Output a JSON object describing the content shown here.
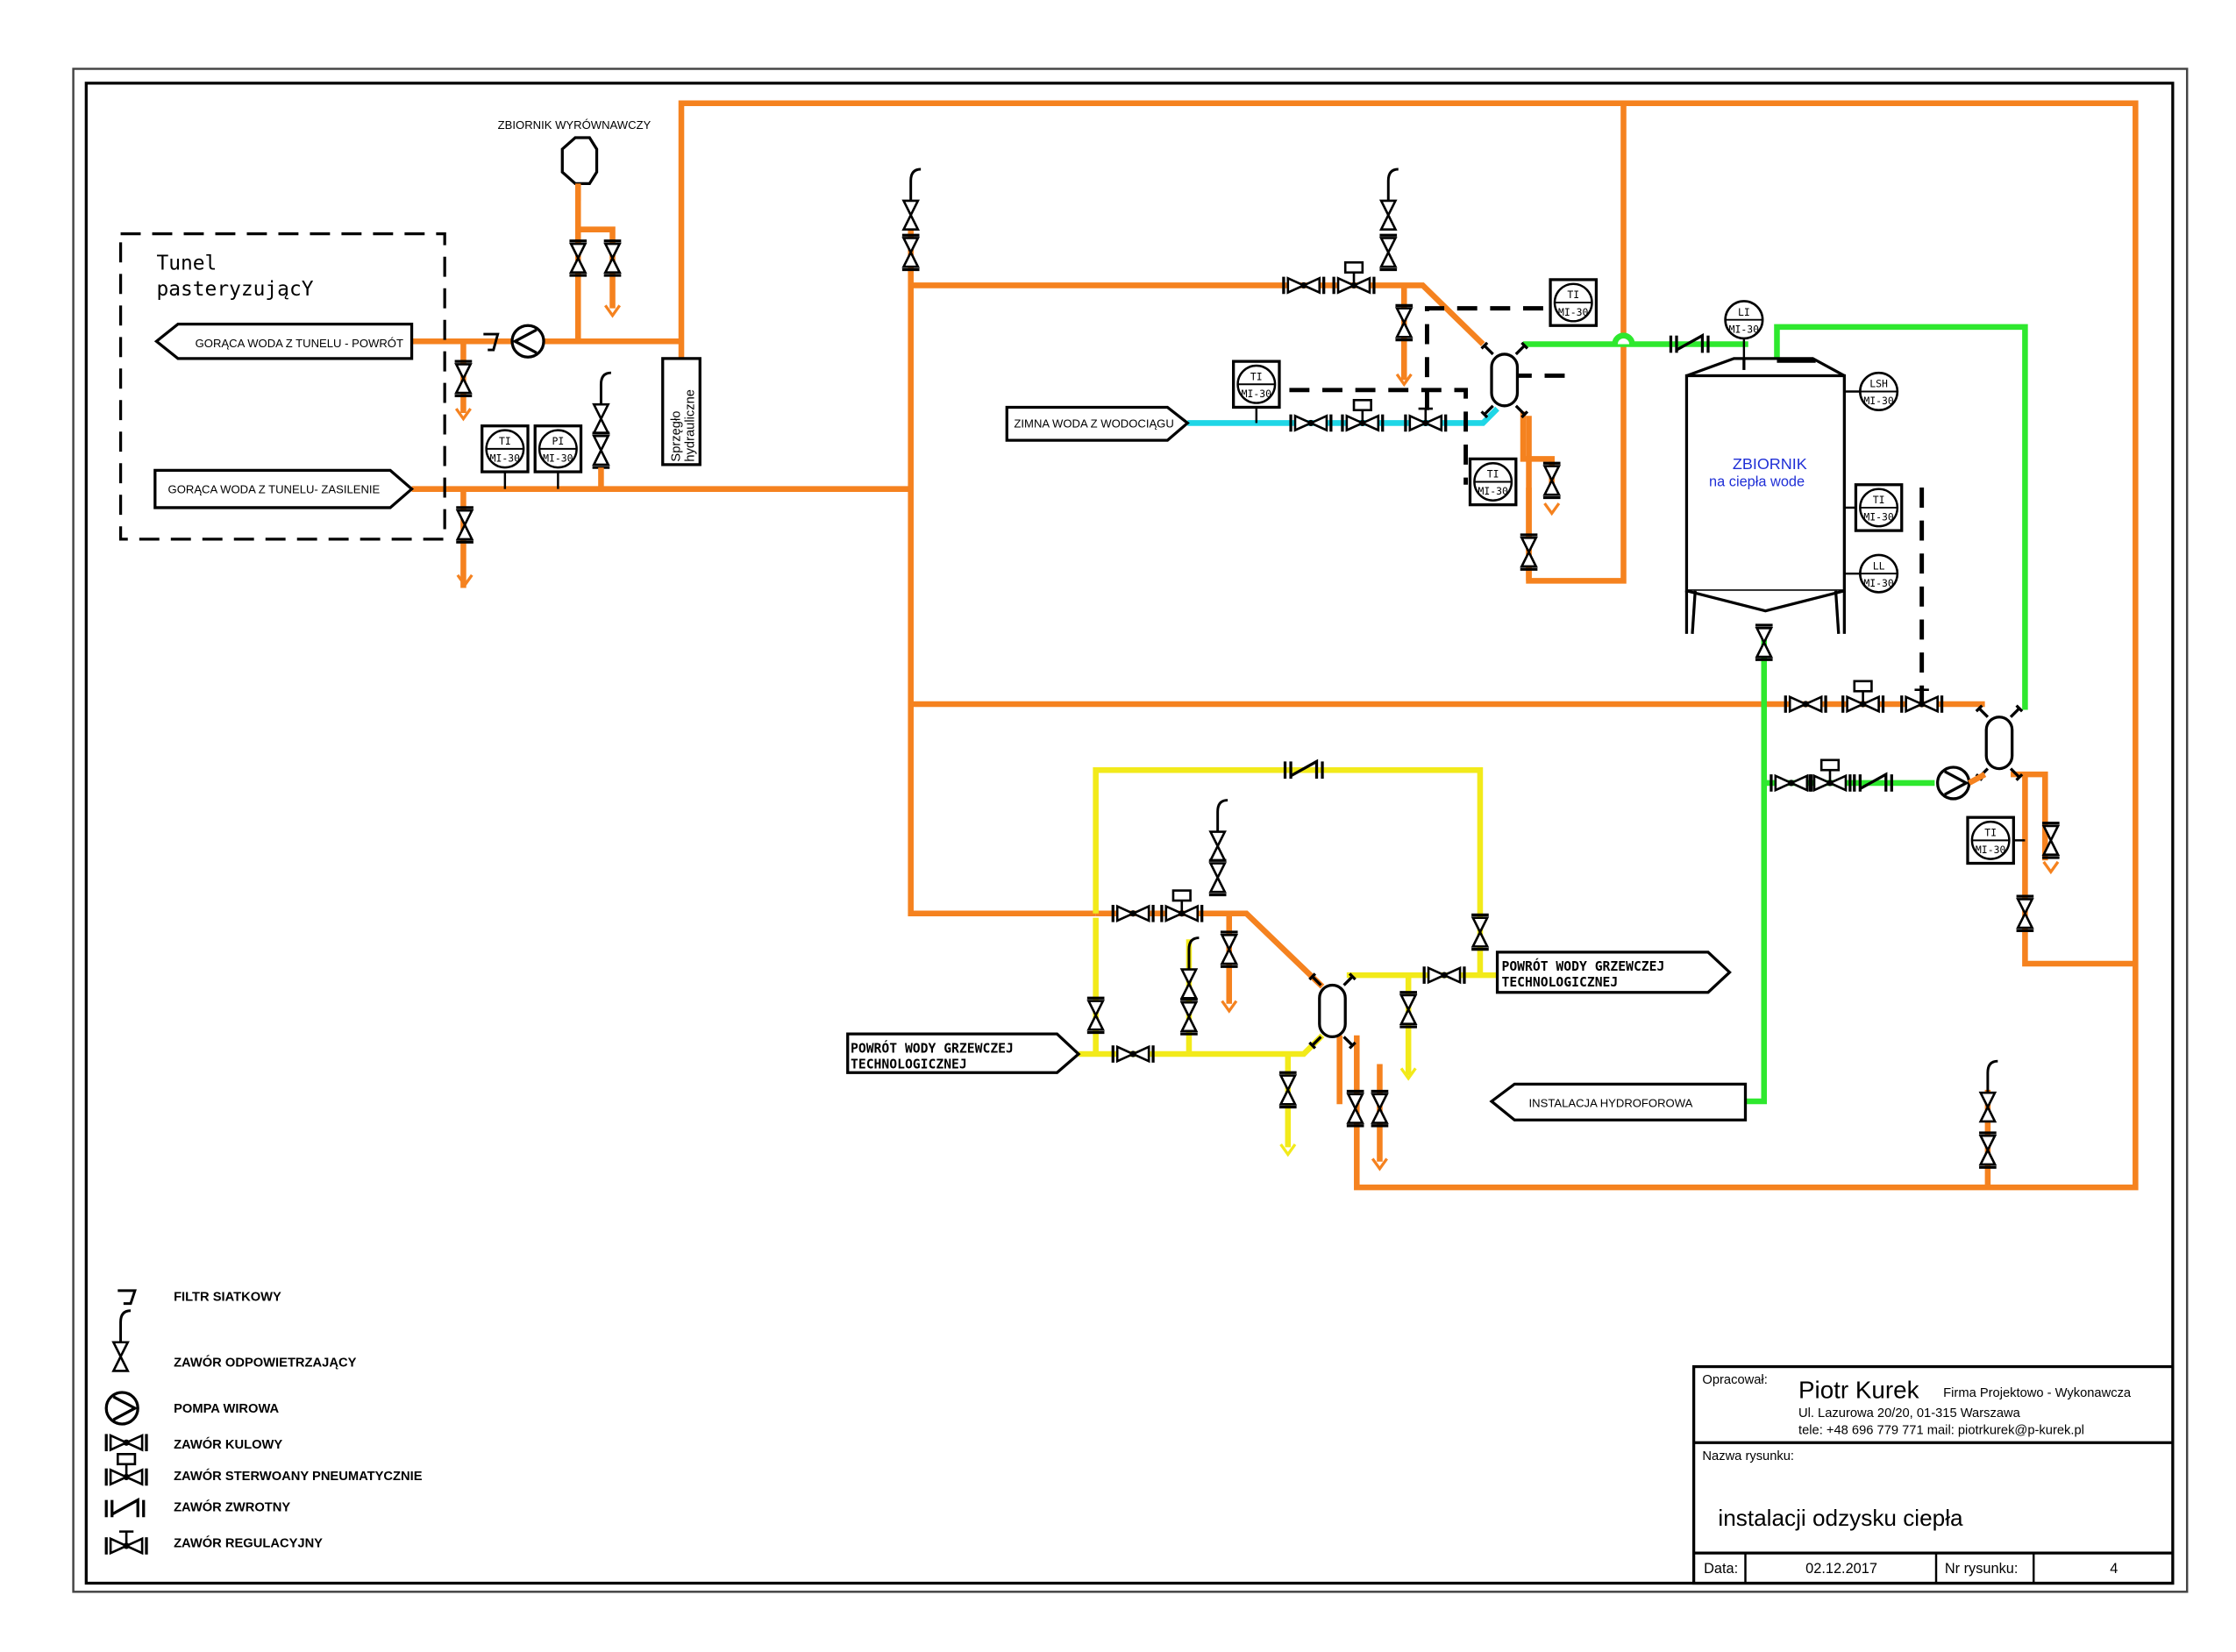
{
  "colors": {
    "hot_pipe": "#f5821f",
    "hydro_pipe": "#2ee82e",
    "cold_pipe": "#1fd6e6",
    "process_pipe": "#f2ea1a",
    "tank_label": "#1f2fd6"
  },
  "labels": {
    "tunnel_line1": "Tunel",
    "tunnel_line2": "pasteryzującY",
    "expansion_tank": "ZBIORNIK WYRÓWNAWCZY",
    "hot_return": "GORĄCA WODA Z TUNELU - POWRÓT",
    "hot_supply": "GORĄCA WODA Z TUNELU- ZASILENIE",
    "coupling_line1": "Sprzęgło",
    "coupling_line2": "hydrauliczne",
    "cold_water": "ZIMNA WODA Z WODOCIĄGU",
    "tank_line1": "ZBIORNIK",
    "tank_line2": "na ciepła wode",
    "process_return_right_1": "POWRÓT WODY GRZEWCZEJ",
    "process_return_right_2": "TECHNOLOGICZNEJ",
    "process_return_left_1": "POWRÓT WODY GRZEWCZEJ",
    "process_return_left_2": "TECHNOLOGICZNEJ",
    "hydrophore": "INSTALACJA HYDROFOROWA"
  },
  "instruments": {
    "ti": "TI",
    "pi": "PI",
    "li": "LI",
    "lsh": "LSH",
    "ll": "LL",
    "model": "MI-30"
  },
  "legend": [
    {
      "symbol": "filter-icon",
      "label": "FILTR SIATKOWY"
    },
    {
      "symbol": "vent-valve-icon",
      "label": "ZAWÓR ODPOWIETRZAJĄCY"
    },
    {
      "symbol": "pump-icon",
      "label": "POMPA WIROWA"
    },
    {
      "symbol": "ball-valve-icon",
      "label": "ZAWÓR KULOWY"
    },
    {
      "symbol": "pneumatic-valve-icon",
      "label": "ZAWÓR STERWOANY PNEUMATYCZNIE"
    },
    {
      "symbol": "check-valve-icon",
      "label": "ZAWÓR ZWROTNY"
    },
    {
      "symbol": "control-valve-icon",
      "label": "ZAWÓR REGULACYJNY"
    }
  ],
  "title_block": {
    "prepared_label": "Opracował:",
    "author": "Piotr Kurek",
    "company": "Firma Projektowo - Wykonawcza",
    "address": "Ul. Lazurowa 20/20, 01-315 Warszawa",
    "contact": "tele: +48 696 779 771   mail: piotrkurek@p-kurek.pl",
    "drawing_name_label": "Nazwa rysunku:",
    "drawing_name": "instalacji odzysku ciepła",
    "date_label": "Data:",
    "date": "02.12.2017",
    "number_label": "Nr rysunku:",
    "number": "4"
  }
}
